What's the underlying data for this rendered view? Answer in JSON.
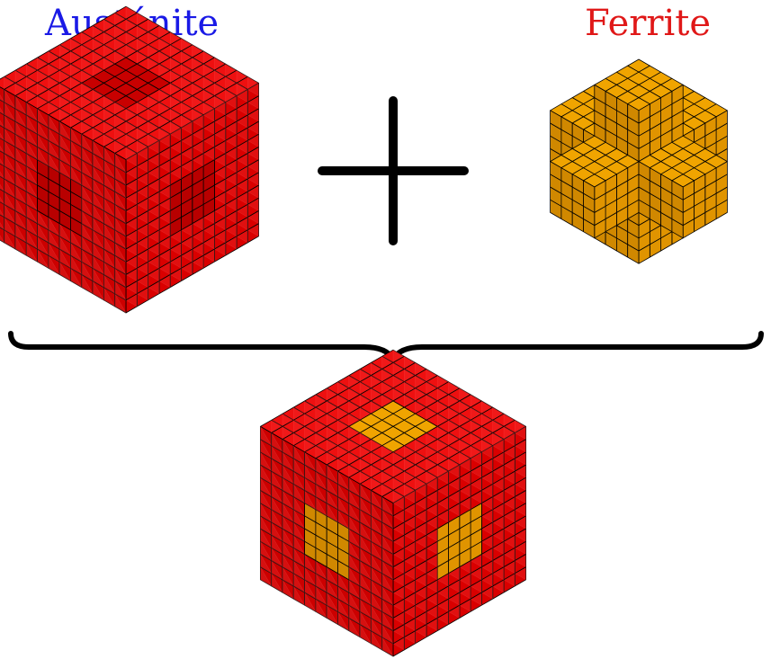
{
  "labels": {
    "austenite": "Austénite",
    "ferrite": "Ferrite"
  },
  "colors": {
    "austenite_face": "#e80000",
    "austenite_face_top": "#ee1010",
    "austenite_face_left": "#d90000",
    "austenite_face_right": "#cc0000",
    "ferrite_face_top": "#f0a400",
    "ferrite_face_left": "#e09400",
    "ferrite_face_right": "#d08800",
    "mesh_line": "#000000",
    "plus_sign": "#000000"
  },
  "elements": {
    "austenite_cube": "austenite-mesh-cube",
    "ferrite_cube": "ferrite-mesh-star",
    "plus": "plus-sign",
    "brace": "curly-brace",
    "result_cube": "combined-mesh-cube"
  }
}
